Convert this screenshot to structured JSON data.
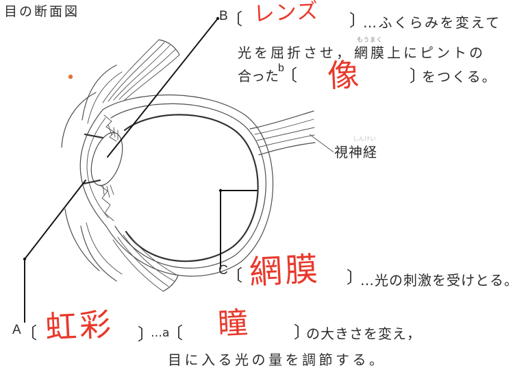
{
  "title": "目の断面図",
  "colors": {
    "text": "#2b2b2b",
    "answer": "#e8392c",
    "dot": "#e0733a",
    "line": "#151515",
    "drawing": "#4d4d4d"
  },
  "label_b": {
    "letter": "B",
    "bracket_open": "〔",
    "answer": "レンズ",
    "bracket_close": "〕",
    "desc": "…ふくらみを変えて",
    "line2_pre": "光を屈折させ，",
    "line2_term": "網膜",
    "line2_term_ruby": "もうまく",
    "line2_post": "上にピントの",
    "line3_pre": "合った",
    "sub_letter": "b",
    "sub_bracket_open": "〔",
    "sub_answer": "像",
    "sub_bracket_close": "〕",
    "line3_post": "をつくる。"
  },
  "label_optic_nerve": {
    "text": "視神経",
    "ruby": "しんけい"
  },
  "label_c": {
    "letter": "C",
    "bracket_open": "〔",
    "answer": "網膜",
    "bracket_close": "〕",
    "desc": "…光の刺激を受けとる。"
  },
  "label_a": {
    "letter": "A",
    "bracket_open": "〔",
    "answer": "虹彩",
    "bracket_close": "〕",
    "mid": "…a",
    "sub_bracket_open": "〔",
    "sub_answer": "瞳",
    "sub_bracket_close": "〕",
    "desc": "の大きさを変え，",
    "line2": "目に入る光の量を調節する。"
  }
}
